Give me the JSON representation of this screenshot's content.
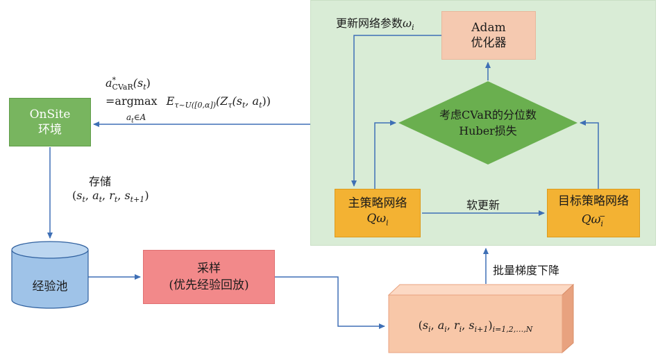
{
  "panel": {
    "update_label": "更新网络参数",
    "update_symbol": "ω",
    "update_sub": "i"
  },
  "adam": {
    "line1": "Adam",
    "line2": "优化器"
  },
  "huber": {
    "line1": "考虑CVaR的分位数",
    "line2": "Huber损失"
  },
  "main_net": {
    "label": "主策略网络",
    "q": "Qω",
    "q_sub": "i"
  },
  "target_net": {
    "label": "目标策略网络",
    "q": "Qω",
    "q_sub": "i",
    "q_sup": "−"
  },
  "soft_update": "软更新",
  "batch_descent": "批量梯度下降",
  "onsite": {
    "line1": "OnSite",
    "line2": "环境"
  },
  "policy_formula": {
    "a": "a",
    "a_sup": "*",
    "a_sub": "CVaR",
    "arg": "(s",
    "arg_sub": "t",
    "arg_end": ")",
    "eq": "=argmax",
    "under": "a",
    "under_sub": "t",
    "under_rest": "∈A",
    "E": "E",
    "E_sub": "τ~U([0,α])",
    "Z": "(Z",
    "Z_sub": "τ",
    "Z_args": "(s",
    "Z_s_sub": "t",
    "Z_comma": ", a",
    "Z_a_sub": "t",
    "Z_end": "))"
  },
  "store": {
    "label": "存储",
    "tuple": "(s, a, r, s)",
    "t": "t",
    "t1": "t+1"
  },
  "pool": "经验池",
  "sample": {
    "line1": "采样",
    "line2": "(优先经验回放)"
  },
  "batch": {
    "tuple_open": "(s",
    "i": "i",
    "i1": "i+1",
    "range": "i=1,2,…,N"
  },
  "colors": {
    "panel_bg": "#d9ecd6",
    "adam": "#f5c9b0",
    "diamond": "#6aaf4f",
    "orange": "#f3b233",
    "onsite": "#78b55f",
    "sample": "#f2898a",
    "arrow": "#3e6fb5",
    "cylinder": "#9fc3e8",
    "batch_front": "#f8c7a8",
    "batch_side": "#e8a27f",
    "batch_top": "#fcd9c4"
  }
}
